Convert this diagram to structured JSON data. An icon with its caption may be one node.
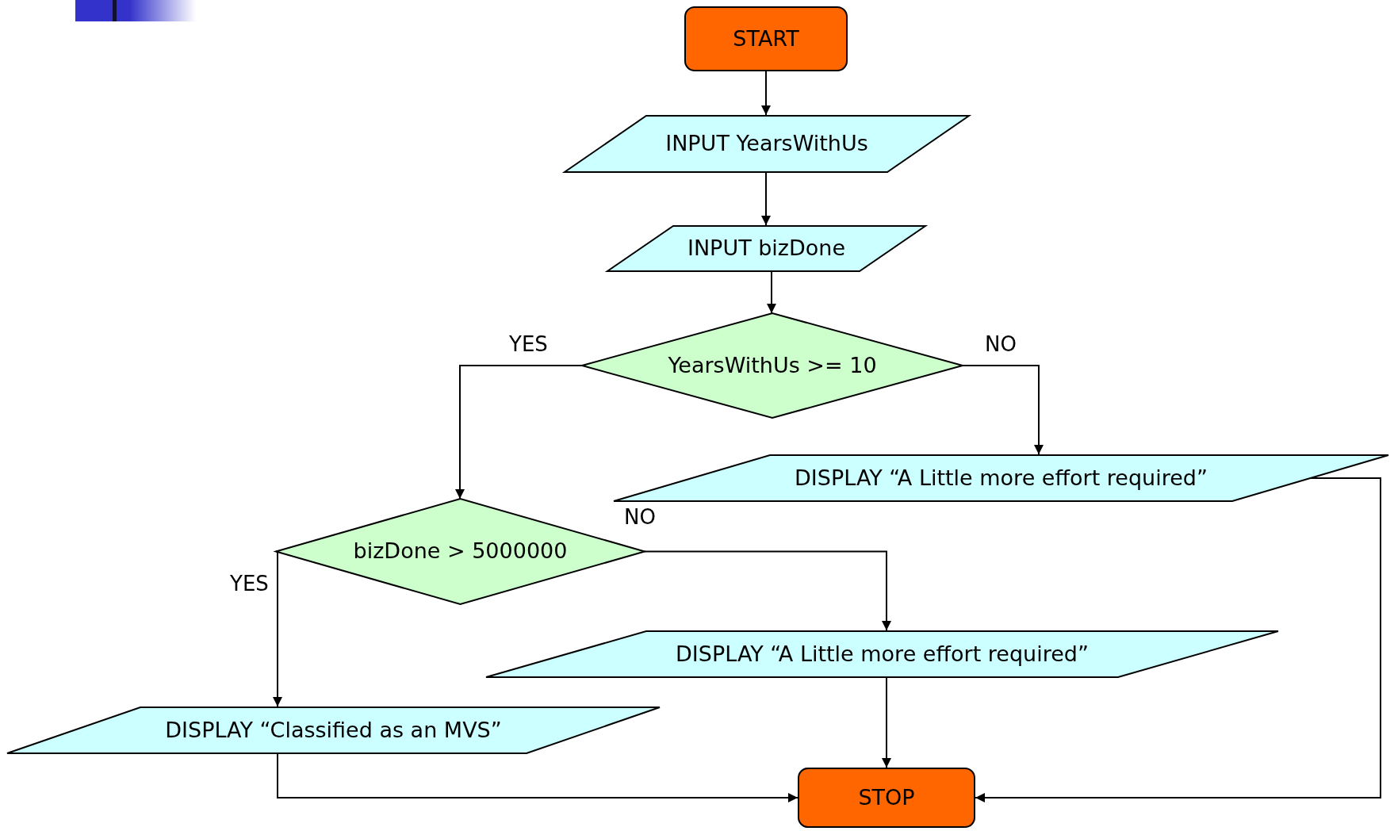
{
  "diagram": {
    "nodes": [
      {
        "text": [
          "START"
        ]
      },
      {
        "text": [
          "INPUT YearsWithUs"
        ]
      },
      {
        "text": [
          "INPUT bizDone"
        ]
      },
      {
        "text": [
          "YearsWithUs >= 10"
        ]
      },
      {
        "text": [
          "DISPLAY “A Little more effort required”"
        ]
      },
      {
        "text": [
          "bizDone > 5000000"
        ]
      },
      {
        "text": [
          "DISPLAY “A Little more effort required”"
        ]
      },
      {
        "text": [
          "DISPLAY “Classified as an MVS”"
        ]
      },
      {
        "text": [
          "STOP"
        ]
      }
    ],
    "edges": [
      {
        "from": 0,
        "to": 1,
        "arrow": "to"
      },
      {
        "from": 1,
        "to": 2,
        "arrow": "to"
      },
      {
        "from": 2,
        "to": 3,
        "arrow": "to"
      },
      {
        "from": 3,
        "to": 5,
        "arrow": "to",
        "label": "YES"
      },
      {
        "from": 3,
        "to": 4,
        "arrow": "to",
        "label": "NO"
      },
      {
        "from": 5,
        "to": 7,
        "arrow": "to",
        "label": "YES"
      },
      {
        "from": 5,
        "to": 6,
        "arrow": "to",
        "label": "NO"
      },
      {
        "from": 6,
        "to": 8,
        "arrow": "to"
      },
      {
        "from": 7,
        "to": 8,
        "arrow": "to"
      },
      {
        "from": 4,
        "to": 8,
        "arrow": "to"
      }
    ]
  }
}
